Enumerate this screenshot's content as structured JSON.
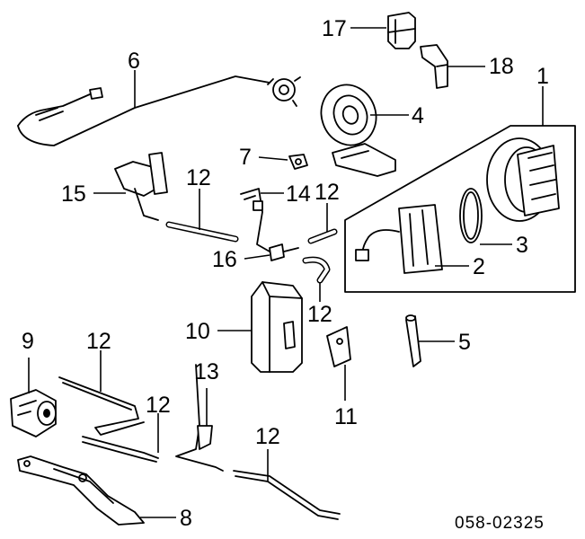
{
  "callouts": {
    "c1": "1",
    "c2": "2",
    "c3": "3",
    "c4": "4",
    "c5": "5",
    "c6": "6",
    "c7": "7",
    "c8": "8",
    "c9": "9",
    "c10": "10",
    "c11": "11",
    "c12a": "12",
    "c12b": "12",
    "c12c": "12",
    "c12d": "12",
    "c12e": "12",
    "c12f": "12",
    "c13": "13",
    "c14": "14",
    "c15": "15",
    "c16": "16",
    "c17": "17",
    "c18": "18"
  },
  "diagram_code": "058-02325"
}
